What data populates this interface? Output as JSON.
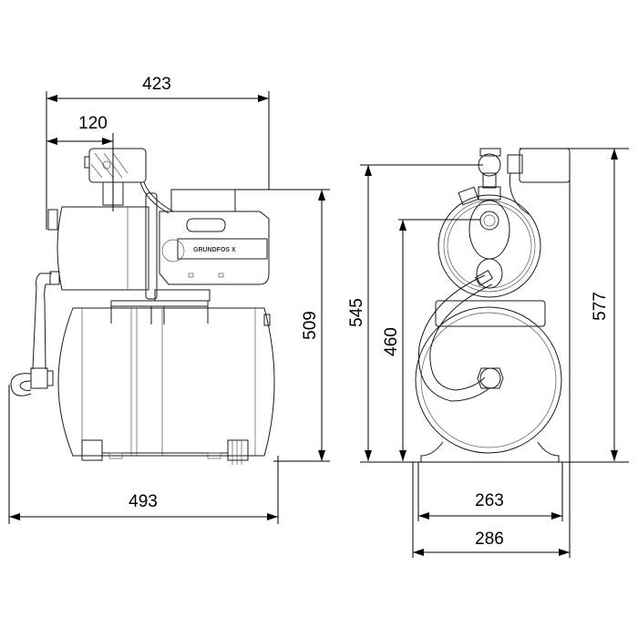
{
  "drawing": {
    "front_view": {
      "dimensions": {
        "overall_pump_length": "423",
        "switch_offset": "120",
        "height_to_terminal": "509",
        "overall_length": "493"
      },
      "logo_text": "GRUNDFOS X"
    },
    "side_view": {
      "dimensions": {
        "height_to_outlet_top": "545",
        "height_to_inlet": "460",
        "overall_height": "577",
        "foot_spacing": "263",
        "overall_width": "286"
      }
    },
    "colors": {
      "line": "#1a1a1a",
      "background": "#ffffff"
    }
  }
}
